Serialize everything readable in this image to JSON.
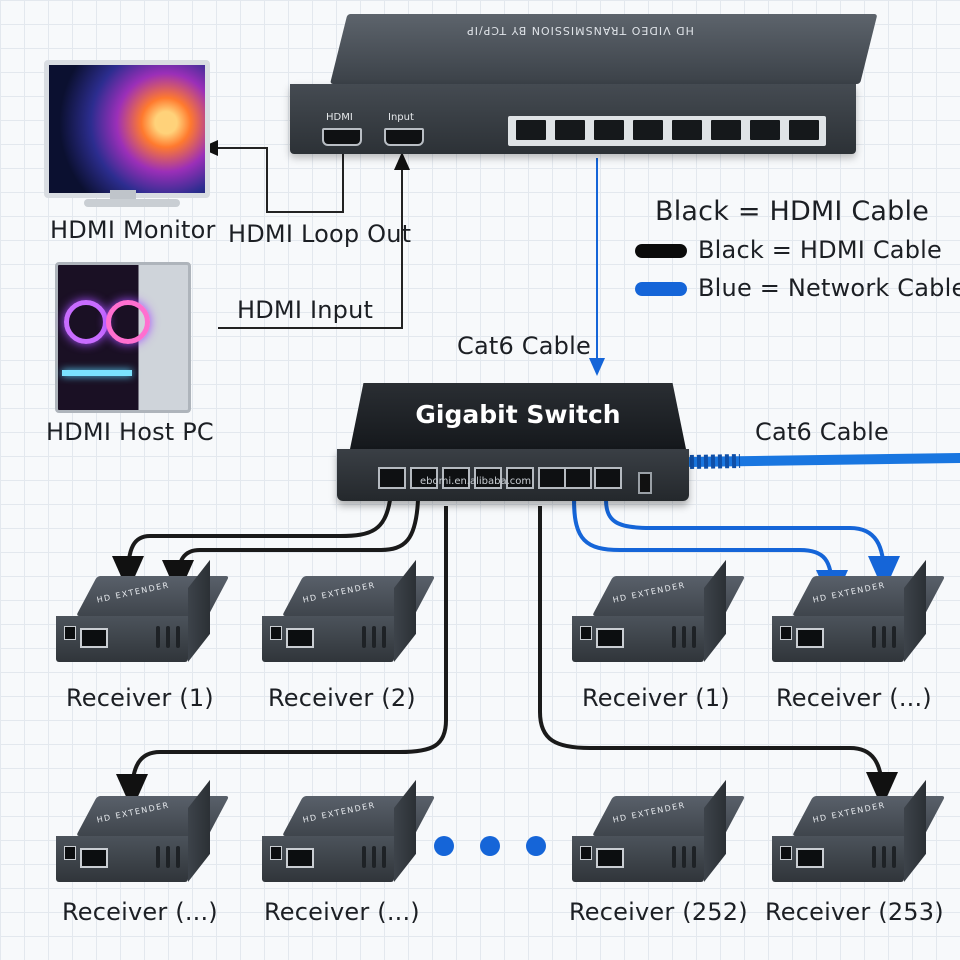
{
  "transmitter": {
    "top_text": "HD VIDEO TRANSMISSION BY TCP/IP",
    "port_hdmi_label": "HDMI",
    "port_input_label": "Input"
  },
  "labels": {
    "monitor": "HDMI Monitor",
    "loop_out": "HDMI Loop Out",
    "input": "HDMI Input",
    "host_pc": "HDMI Host PC",
    "cat6_vertical": "Cat6 Cable",
    "cat6_right": "Cat6 Cable"
  },
  "legend": {
    "title": "Black = HDMI Cable",
    "items": [
      {
        "label": "Black = HDMI Cable",
        "color": "#0b0b0b"
      },
      {
        "label": "Blue = Network Cable",
        "color": "#1565d8"
      }
    ]
  },
  "switch": {
    "title": "Gigabit Switch",
    "brand": "ebomi.en.alibaba.com"
  },
  "receivers": [
    {
      "label": "Receiver (1)"
    },
    {
      "label": "Receiver (2)"
    },
    {
      "label": "Receiver (1)"
    },
    {
      "label": "Receiver (...)"
    },
    {
      "label": "Receiver (...)"
    },
    {
      "label": "Receiver (...)"
    },
    {
      "label": "Receiver (252)"
    },
    {
      "label": "Receiver (253)"
    }
  ],
  "receiver_top_text": "HD EXTENDER",
  "colors": {
    "hdmi_cable": "#0b0b0b",
    "network_cable": "#1565d8"
  }
}
